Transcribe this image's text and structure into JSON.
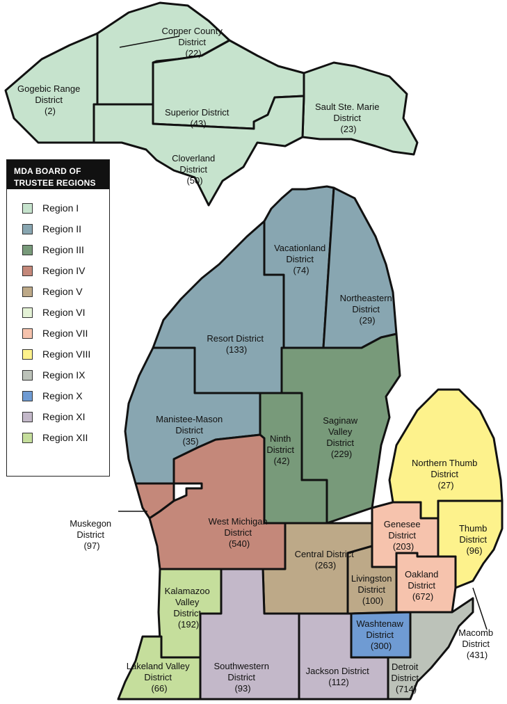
{
  "legend": {
    "title_line1": "MDA BOARD OF",
    "title_line2": "TRUSTEE REGIONS",
    "items": [
      {
        "label": "Region I",
        "color": "#c6e3cd"
      },
      {
        "label": "Region II",
        "color": "#88a6b1"
      },
      {
        "label": "Region III",
        "color": "#789a7a"
      },
      {
        "label": "Region IV",
        "color": "#c4887a"
      },
      {
        "label": "Region V",
        "color": "#bda988"
      },
      {
        "label": "Region VI",
        "color": "#e4f2d6"
      },
      {
        "label": "Region VII",
        "color": "#f6c3ad"
      },
      {
        "label": "Region VIII",
        "color": "#fdf28c"
      },
      {
        "label": "Region IX",
        "color": "#bcc2b9"
      },
      {
        "label": "Region X",
        "color": "#6f9bd3"
      },
      {
        "label": "Region XI",
        "color": "#c3b8c9"
      },
      {
        "label": "Region XII",
        "color": "#c5de9c"
      }
    ]
  },
  "districts": {
    "copper_county": {
      "line1": "Copper County",
      "line2": "District",
      "count": "(22)"
    },
    "gogebic_range": {
      "line1": "Gogebic Range",
      "line2": "District",
      "count": "(2)"
    },
    "superior": {
      "line1": "Superior District",
      "count": "(43)"
    },
    "sault_ste_marie": {
      "line1": "Sault Ste. Marie",
      "line2": "District",
      "count": "(23)"
    },
    "cloverland": {
      "line1": "Cloverland",
      "line2": "District",
      "count": "(50)"
    },
    "vacationland": {
      "line1": "Vacationland",
      "line2": "District",
      "count": "(74)"
    },
    "northeastern": {
      "line1": "Northeastern",
      "line2": "District",
      "count": "(29)"
    },
    "resort": {
      "line1": "Resort District",
      "count": "(133)"
    },
    "manistee_mason": {
      "line1": "Manistee-Mason",
      "line2": "District",
      "count": "(35)"
    },
    "ninth": {
      "line1": "Ninth",
      "line2": "District",
      "count": "(42)"
    },
    "saginaw_valley": {
      "line1": "Saginaw",
      "line2": "Valley",
      "line3": "District",
      "count": "(229)"
    },
    "northern_thumb": {
      "line1": "Northern Thumb",
      "line2": "District",
      "count": "(27)"
    },
    "muskegon": {
      "line1": "Muskegon",
      "line2": "District",
      "count": "(97)"
    },
    "west_michigan": {
      "line1": "West Michigan",
      "line2": "District",
      "count": "(540)"
    },
    "genesee": {
      "line1": "Genesee",
      "line2": "District",
      "count": "(203)"
    },
    "thumb": {
      "line1": "Thumb",
      "line2": "District",
      "count": "(96)"
    },
    "central": {
      "line1": "Central District",
      "count": "(263)"
    },
    "livingston": {
      "line1": "Livingston",
      "line2": "District",
      "count": "(100)"
    },
    "oakland": {
      "line1": "Oakland",
      "line2": "District",
      "count": "(672)"
    },
    "kalamazoo_valley": {
      "line1": "Kalamazoo",
      "line2": "Valley",
      "line3": "District",
      "count": "(192)"
    },
    "washtenaw": {
      "line1": "Washtenaw",
      "line2": "District",
      "count": "(300)"
    },
    "macomb": {
      "line1": "Macomb",
      "line2": "District",
      "count": "(431)"
    },
    "lakeland_valley": {
      "line1": "Lakeland Valley",
      "line2": "District",
      "count": "(66)"
    },
    "southwestern": {
      "line1": "Southwestern",
      "line2": "District",
      "count": "(93)"
    },
    "jackson": {
      "line1": "Jackson District",
      "count": "(112)"
    },
    "detroit": {
      "line1": "Detroit",
      "line2": "District",
      "count": "(714)"
    }
  }
}
